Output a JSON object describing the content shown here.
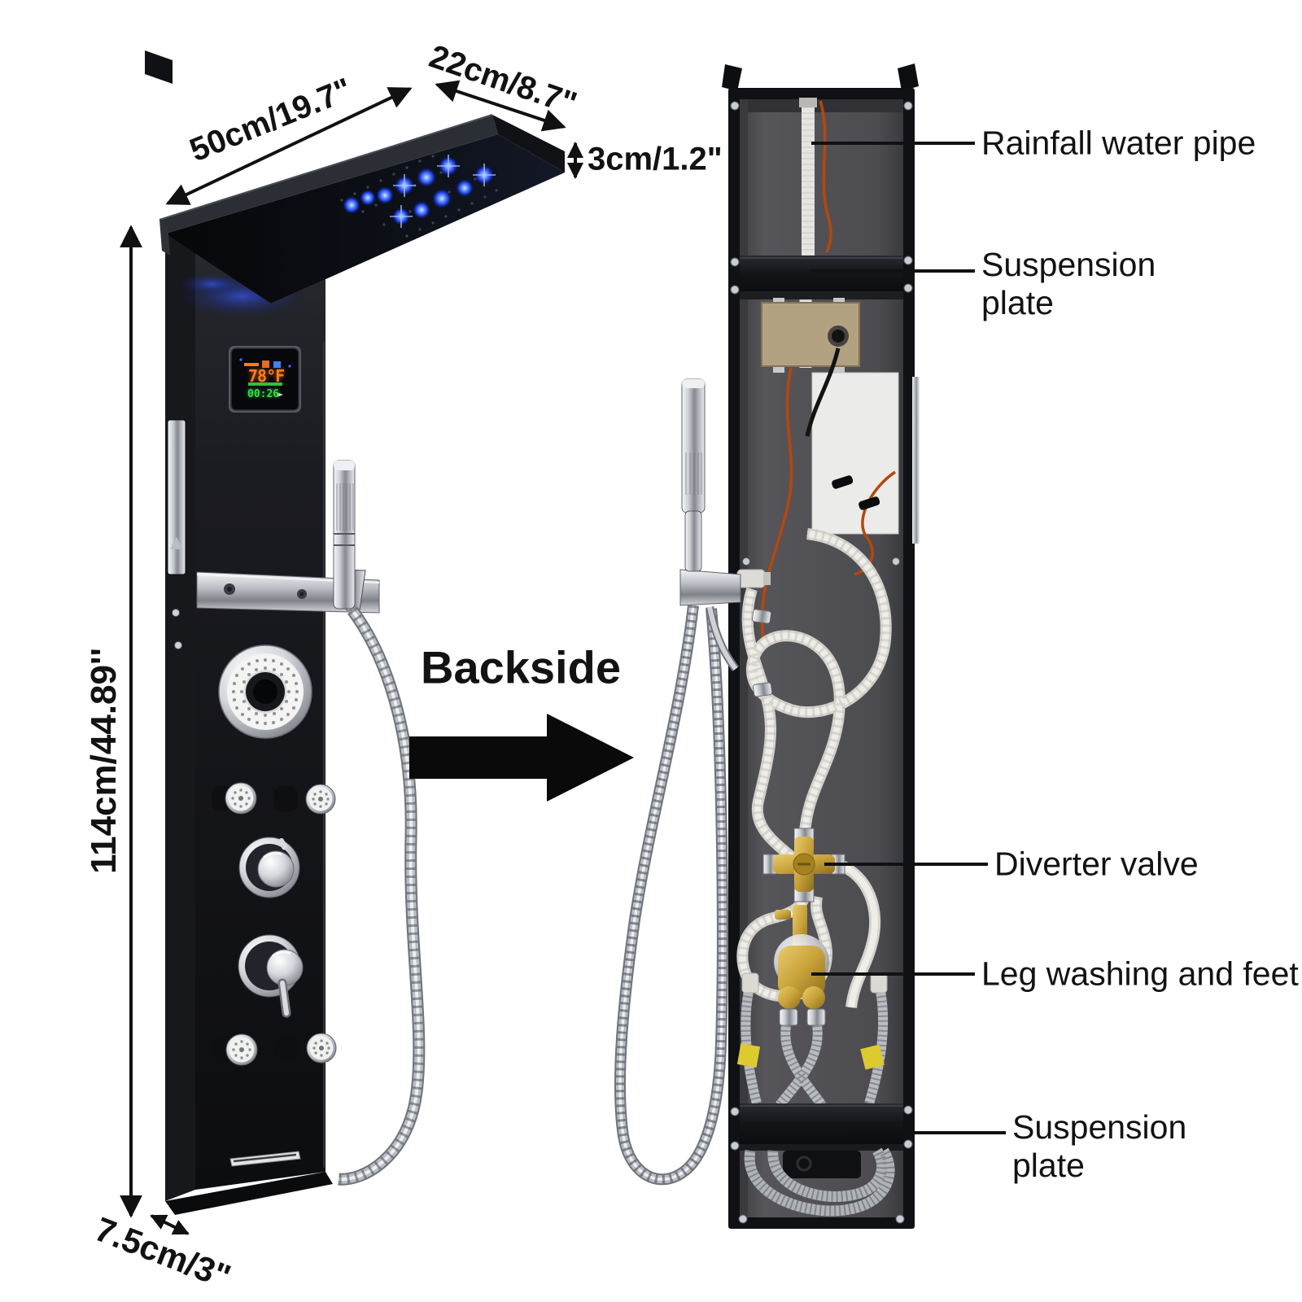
{
  "front": {
    "lcd": {
      "temperature": "78°F",
      "timer": "00:26"
    },
    "dims": {
      "length_top": "50cm/19.7\"",
      "depth_top": "22cm/8.7\"",
      "head_thickness": "3cm/1.2\"",
      "height": "114cm/44.89''",
      "base_depth": "7.5cm/3\""
    }
  },
  "divider": {
    "backside_label": "Backside"
  },
  "back": {
    "annotations": [
      {
        "label": "Rainfall water pipe"
      },
      {
        "label": "Suspension plate"
      },
      {
        "label": "Diverter valve"
      },
      {
        "label": "Leg washing and feet"
      },
      {
        "label": "Suspension plate"
      }
    ]
  },
  "colors": {
    "background": "#ffffff",
    "annotation_text": "#121212",
    "panel_black": "#16171b",
    "led_blue": "#3f6cff",
    "lcd_orange": "#ff7a22",
    "lcd_green": "#39d84a",
    "brass": "#c9a23a",
    "chrome": "#d9dbde"
  }
}
